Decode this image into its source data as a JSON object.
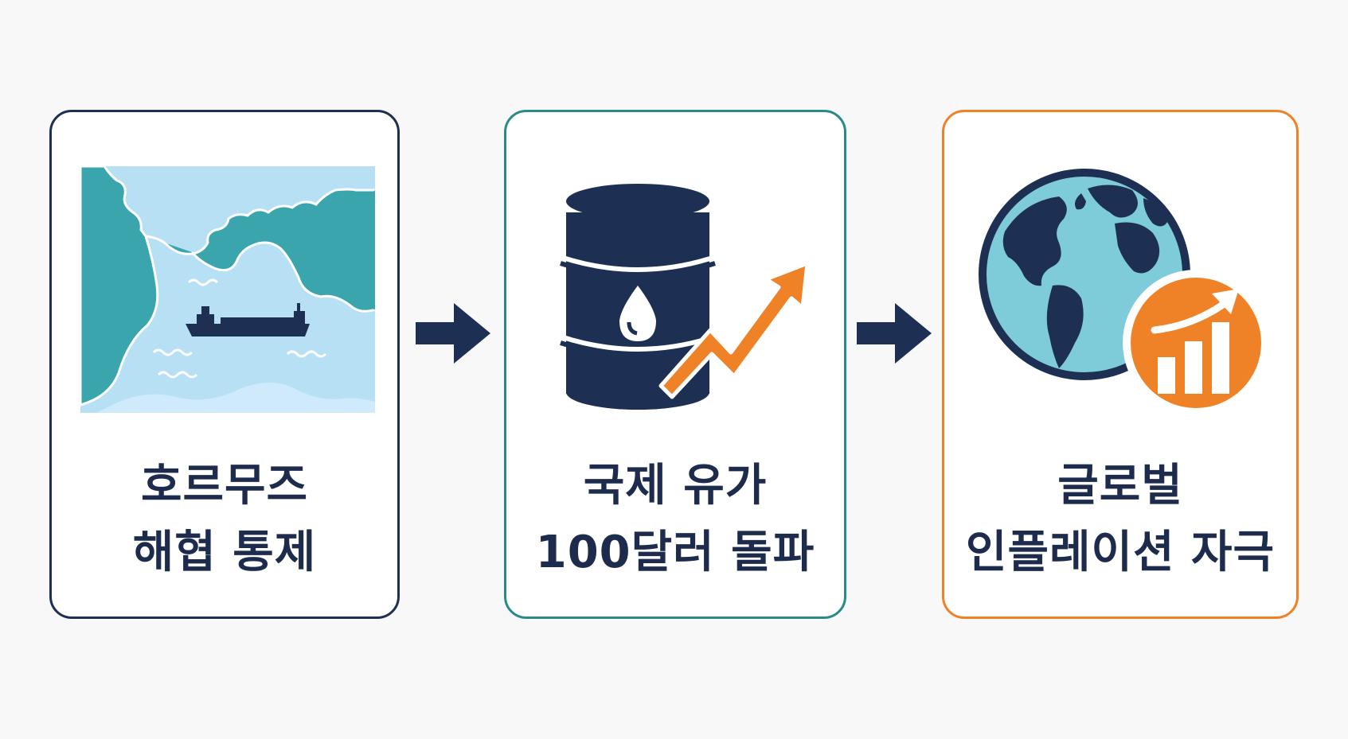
{
  "colors": {
    "navy": "#1d2f52",
    "teal": "#2a8a8a",
    "orange": "#ef8226",
    "water": "#b8e0f5",
    "land": "#3aa5ad"
  },
  "steps": [
    {
      "icon": "strait-map-with-tanker-icon",
      "label_line1": "호르무즈",
      "label_line2": "해협 통제"
    },
    {
      "icon": "oil-barrel-rising-arrow-icon",
      "label_line1": "국제 유가",
      "label_line2": "100달러 돌파"
    },
    {
      "icon": "globe-growth-chart-icon",
      "label_line1": "글로벌",
      "label_line2": "인플레이션 자극"
    }
  ],
  "connectors": [
    "right-arrow-icon",
    "right-arrow-icon"
  ]
}
